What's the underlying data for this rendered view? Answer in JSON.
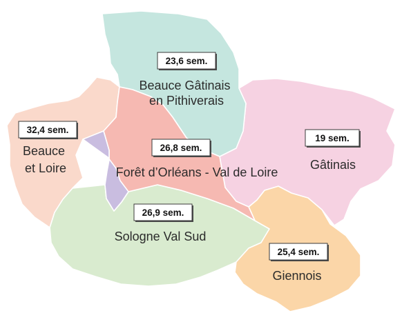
{
  "regions": [
    {
      "key": "pithiverais",
      "name_lines": [
        "Beauce Gâtinais",
        "en Pithiverais"
      ],
      "value": "23,6 sem.",
      "color": "#c5e6df"
    },
    {
      "key": "beauce_loire",
      "name_lines": [
        "Beauce",
        "et Loire"
      ],
      "value": "32,4 sem.",
      "color": "#fad9cb"
    },
    {
      "key": "gatinais",
      "name_lines": [
        "Gâtinais"
      ],
      "value": "19 sem.",
      "color": "#f6d2e2"
    },
    {
      "key": "orleans",
      "name_lines": [
        "Forêt d’Orléans - Val de Loire"
      ],
      "value": "26,8 sem.",
      "color": "#f6b9b2"
    },
    {
      "key": "sologne",
      "name_lines": [
        "Sologne Val Sud"
      ],
      "value": "26,9 sem.",
      "color": "#d9ebcf"
    },
    {
      "key": "giennois",
      "name_lines": [
        "Giennois"
      ],
      "value": "25,4 sem.",
      "color": "#fbd6a8"
    },
    {
      "key": "orleans_metro",
      "name_lines": [],
      "value": "",
      "color": "#c9bde0"
    }
  ]
}
